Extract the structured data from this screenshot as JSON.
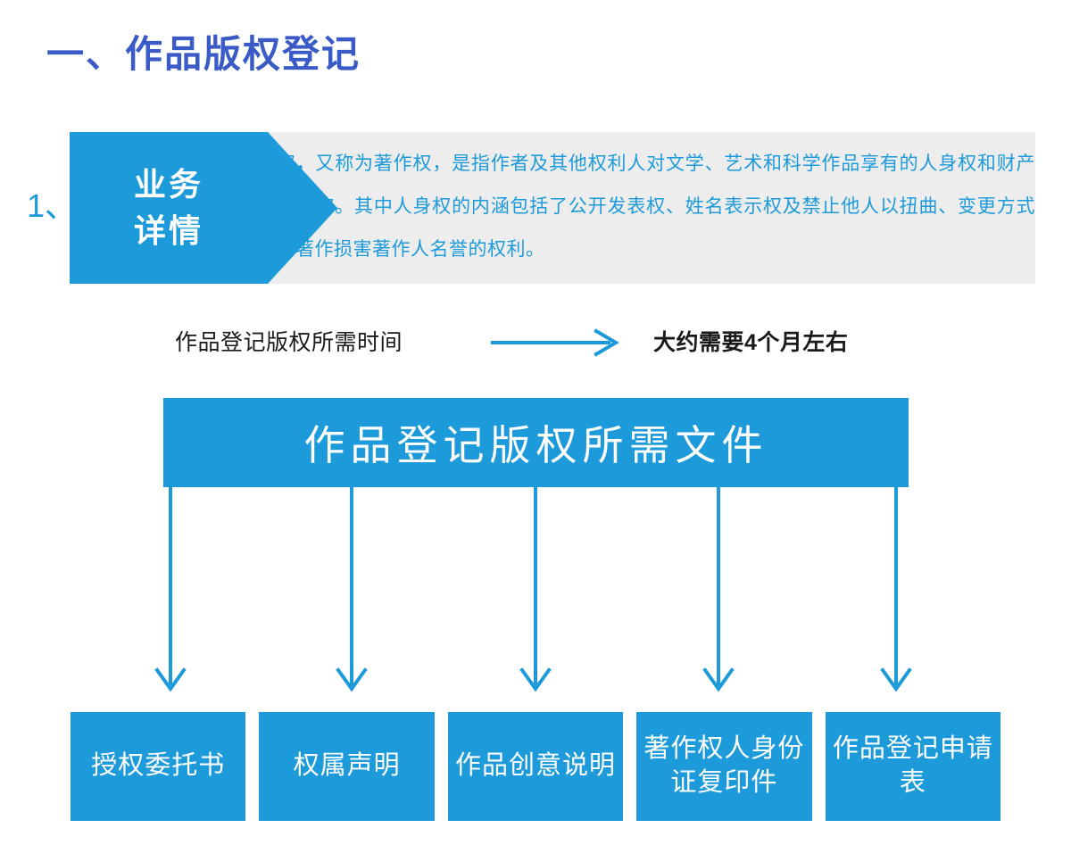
{
  "colors": {
    "title_blue": "#3a5bc7",
    "brand_blue": "#1d9ada",
    "panel_gray": "#ededed",
    "text_dark": "#1a1a1a",
    "white": "#ffffff"
  },
  "page": {
    "section_title": "一、作品版权登记"
  },
  "detail": {
    "number": "1、",
    "tag_line1": "业务",
    "tag_line2": "详情",
    "body": "版权，又称为著作权，是指作者及其他权利人对文学、艺术和科学作品享有的人身权和财产权的总称。其中人身权的内涵包括了公开发表权、姓名表示权及禁止他人以扭曲、变更方式利用著作损害著作人名誉的权利。"
  },
  "time_row": {
    "label": "作品登记版权所需时间",
    "arrow": "right-arrow-icon",
    "value": "大约需要4个月左右"
  },
  "documents": {
    "header": "作品登记版权所需文件",
    "items": [
      {
        "label": "授权委托书"
      },
      {
        "label": "权属声明"
      },
      {
        "label": "作品创意说明"
      },
      {
        "label": "著作权人身份证复印件"
      },
      {
        "label": "作品登记申请表"
      }
    ]
  }
}
